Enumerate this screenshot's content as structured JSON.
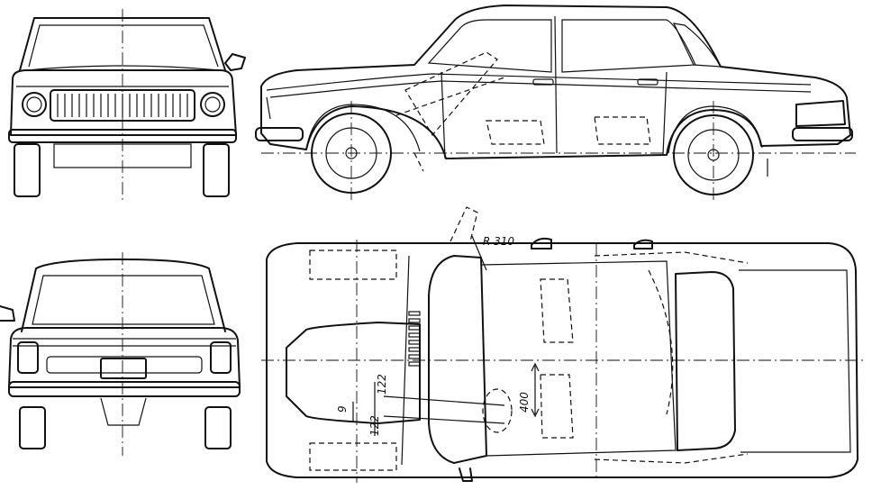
{
  "dimensions": {
    "turn_radius": "R 310",
    "seat_depth": "400",
    "pedal_offset_a": "122",
    "pedal_offset_b": "122",
    "pedal_gap": "9"
  }
}
